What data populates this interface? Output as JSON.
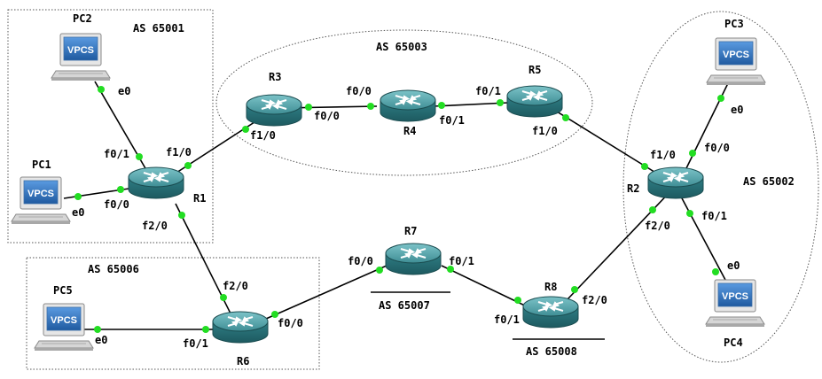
{
  "as_labels": {
    "as1": "AS 65001",
    "as2": "AS 65002",
    "as3": "AS 65003",
    "as6": "AS 65006",
    "as7": "AS 65007",
    "as8": "AS 65008"
  },
  "routers": {
    "r1": "R1",
    "r2": "R2",
    "r3": "R3",
    "r4": "R4",
    "r5": "R5",
    "r6": "R6",
    "r7": "R7",
    "r8": "R8"
  },
  "pcs": {
    "pc1": "PC1",
    "pc2": "PC2",
    "pc3": "PC3",
    "pc4": "PC4",
    "pc5": "PC5"
  },
  "vpcs_text": "VPCS",
  "interfaces": {
    "pc2_e0": "e0",
    "r1_f0_1": "f0/1",
    "r1_f1_0": "f1/0",
    "pc1_e0": "e0",
    "r1_f0_0": "f0/0",
    "r1_f2_0": "f2/0",
    "r3_f1_0": "f1/0",
    "r3_f0_0": "f0/0",
    "r4_f0_0": "f0/0",
    "r4_f0_1": "f0/1",
    "r5_f0_1": "f0/1",
    "r5_f1_0": "f1/0",
    "r2_f1_0": "f1/0",
    "r2_f0_0": "f0/0",
    "pc3_e0": "e0",
    "r2_f2_0": "f2/0",
    "r2_f0_1": "f0/1",
    "pc4_e0": "e0",
    "r7_f0_0": "f0/0",
    "r7_f0_1": "f0/1",
    "r6_f2_0": "f2/0",
    "r6_f0_0": "f0/0",
    "r6_f0_1": "f0/1",
    "pc5_e0": "e0",
    "r8_f0_1": "f0/1",
    "r8_f2_0": "f2/0"
  },
  "colors": {
    "router_body": "#2e7f86",
    "router_top": "#5aa5ab",
    "link": "#000000",
    "port_dot": "#22dd22",
    "vpcs_screen": "#2f6fb8",
    "pc_body": "#d9d9d9"
  }
}
